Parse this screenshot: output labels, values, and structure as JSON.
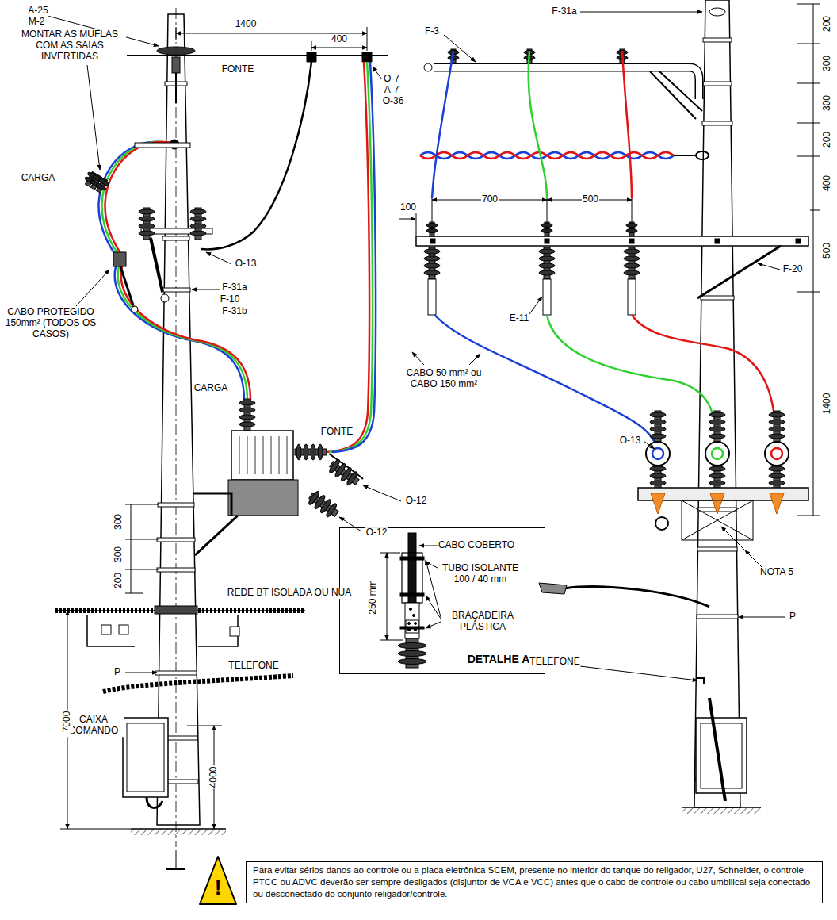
{
  "diagram": {
    "nodes": [
      {
        "text": [
          "CABO COBERTO",
          "TUBO ISOLANTE 100 / 40 mm",
          "BRAÇADEIRA PLÁSTICA",
          "250 mm",
          "DETALHE A"
        ]
      },
      {
        "text": [
          "Para evitar sérios danos ao controle ou a placa eletrônica SCEM, presente no interior do tanque do religador, U27, Schneider, o controle PTCC ou ADVC deverão ser sempre desligados (disjuntor de VCA e VCC) antes que o cabo de controle ou cabo umbilical seja conectado ou desconectado do conjunto religador/controle."
        ]
      }
    ],
    "labels": [
      "A-25",
      "M-2",
      "1400",
      "400",
      "FONTE",
      "O-7",
      "A-7",
      "O-36",
      "MONTAR AS MUFLAS COM AS SAIAS INVERTIDAS",
      "CARGA",
      "O-13",
      "F-31a",
      "F-10",
      "F-31b",
      "CABO PROTEGIDO 150mm² (TODOS OS CASOS)",
      "CARGA",
      "FONTE",
      "O-12",
      "O-12",
      "300",
      "300",
      "200",
      "REDE BT ISOLADA OU NUA",
      "P",
      "TELEFONE",
      "CAIXA COMANDO",
      "7000",
      "4000",
      "F-31a",
      "F-3",
      "200",
      "300",
      "300",
      "200",
      "400",
      "500",
      "1400",
      "100",
      "700",
      "500",
      "E-11",
      "F-20",
      "CABO 50 mm² ou CABO 150 mm²",
      "O-13",
      "NOTA 5",
      "P",
      "TELEFONE",
      "!"
    ]
  }
}
